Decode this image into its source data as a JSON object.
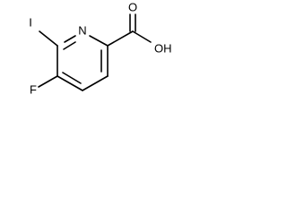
{
  "structure": {
    "atoms": {
      "iodine": "I",
      "nitrogen": "N",
      "fluorine": "F",
      "hydroxyl": "OH",
      "carbonyl_oxygen": "O"
    }
  },
  "colors": {
    "bond": "#000000",
    "label": "#000000",
    "background": "#ffffff"
  }
}
